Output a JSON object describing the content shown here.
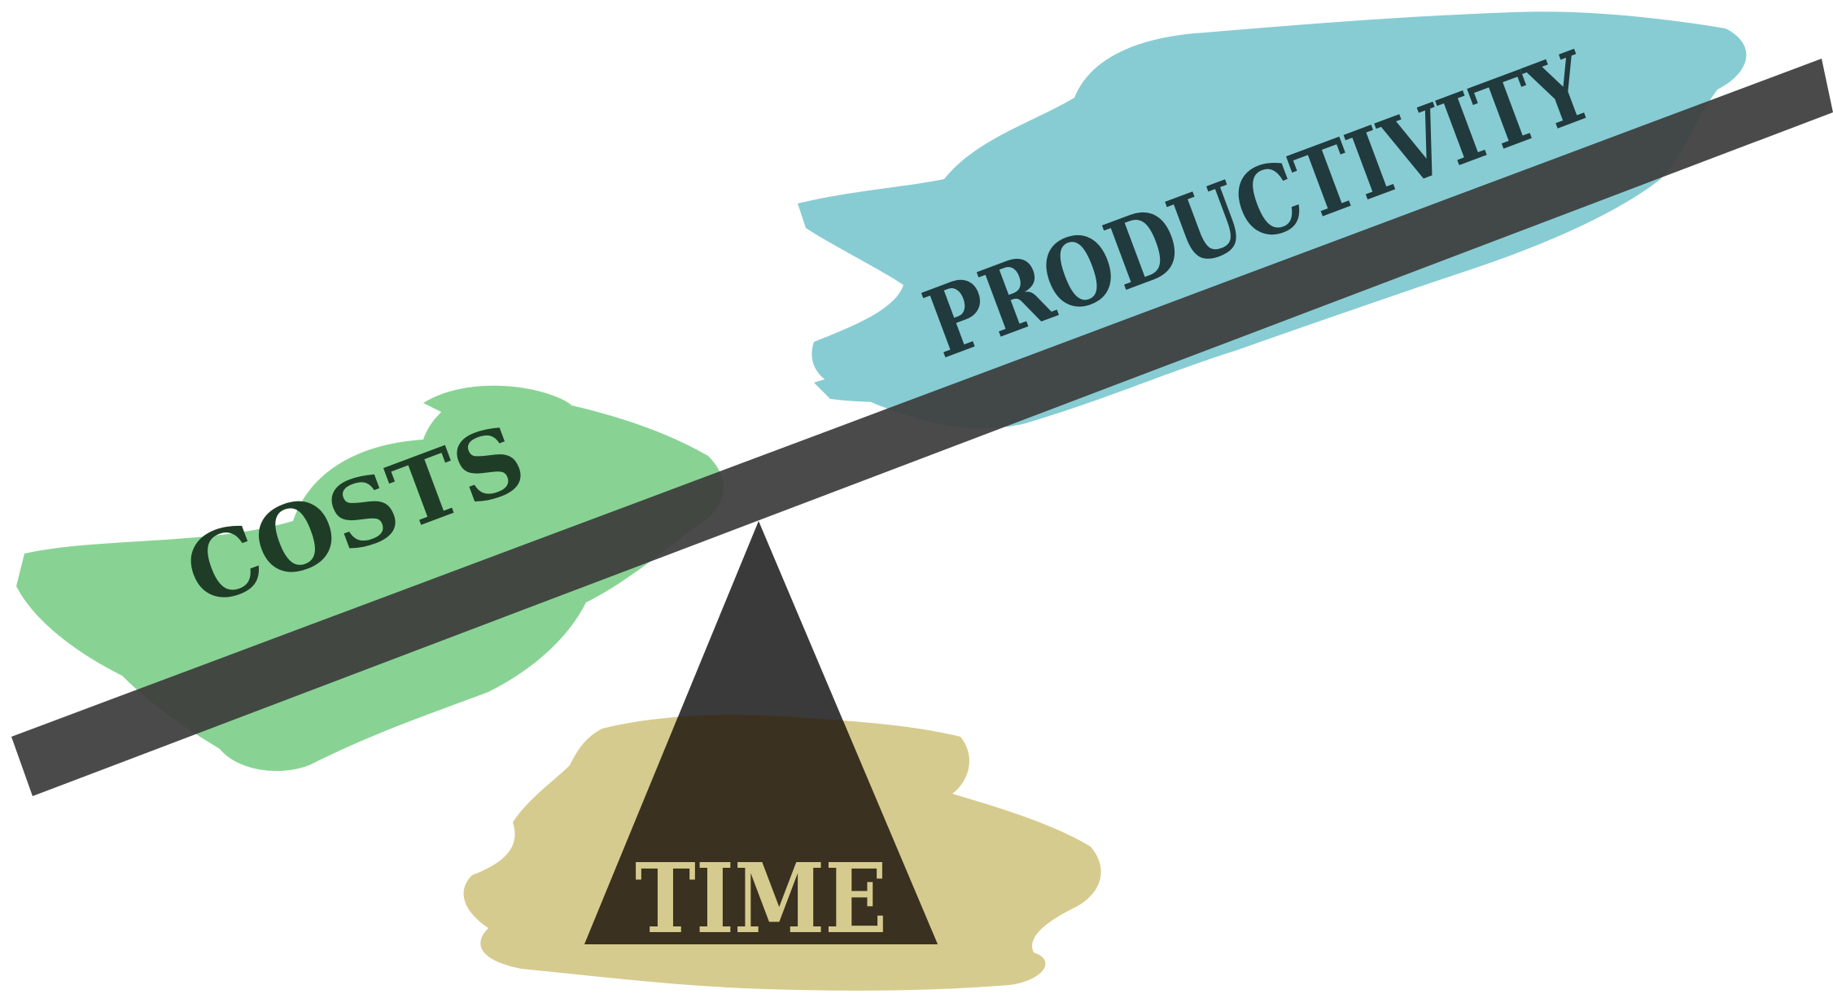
{
  "labels": {
    "left": "COSTS",
    "right": "PRODUCTIVITY",
    "fulcrum": "TIME"
  },
  "colors": {
    "background": "#ffffff",
    "costs_blob": "#88d394",
    "productivity_blob": "#87ccd3",
    "time_blob": "#d6cb8e",
    "beam": "#3c3c3c",
    "fulcrum": "#3a3a3a",
    "text_on_green": "#1f3d26",
    "text_on_teal": "#213a3d",
    "text_on_gold": "#3a3120",
    "text_on_dark": "#d6cb8e"
  }
}
